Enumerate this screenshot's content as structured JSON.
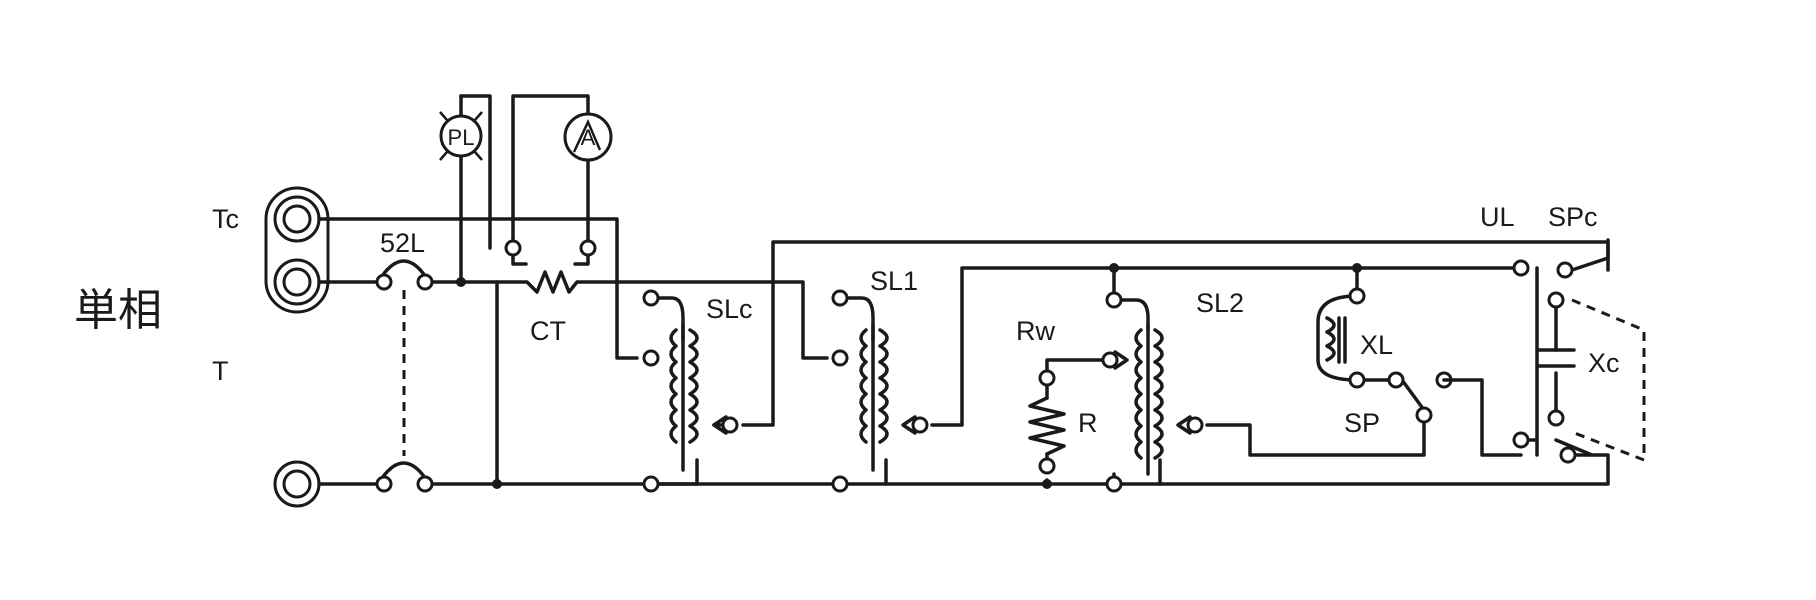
{
  "labels": {
    "phase": "単相",
    "tc": "Tc",
    "t": "T",
    "breaker": "52L",
    "pilot_lamp": "PL",
    "ammeter": "A",
    "ct": "CT",
    "slc": "SLc",
    "sl1": "SL1",
    "sl2": "SL2",
    "rw": "Rw",
    "r": "R",
    "xl": "XL",
    "sp": "SP",
    "ul": "UL",
    "spc": "SPc",
    "xc": "Xc"
  },
  "colors": {
    "line": "#1a1a1a",
    "background": "#ffffff"
  }
}
